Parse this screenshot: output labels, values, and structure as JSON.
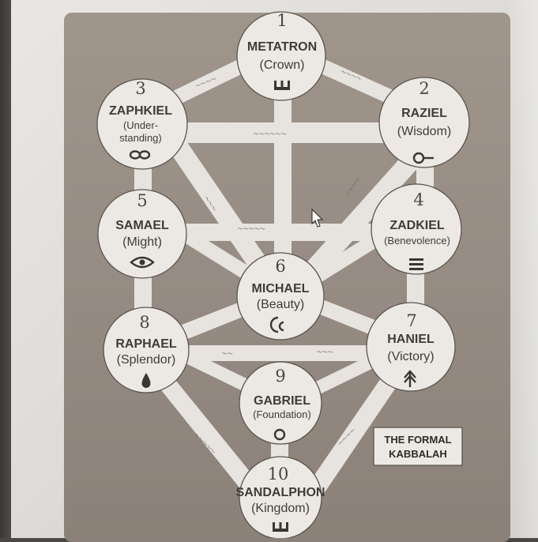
{
  "title_lines": [
    "THE FORMAL",
    "KABBALAH"
  ],
  "nodes": [
    {
      "number": "1",
      "name": "METATRON",
      "desc": "(Crown)",
      "icon": "crown-icon"
    },
    {
      "number": "2",
      "name": "RAZIEL",
      "desc": "(Wisdom)",
      "icon": "key-icon"
    },
    {
      "number": "3",
      "name": "ZAPHKIEL",
      "desc": "(Under-",
      "desc2": "standing)",
      "icon": "infinity-icon"
    },
    {
      "number": "4",
      "name": "ZADKIEL",
      "desc": "(Benevolence)",
      "icon": "triple-bar-icon"
    },
    {
      "number": "5",
      "name": "SAMAEL",
      "desc": "(Might)",
      "icon": "eye-icon"
    },
    {
      "number": "6",
      "name": "MICHAEL",
      "desc": "(Beauty)",
      "icon": "moon-icon"
    },
    {
      "number": "7",
      "name": "HANIEL",
      "desc": "(Victory)",
      "icon": "arrow-up-icon"
    },
    {
      "number": "8",
      "name": "RAPHAEL",
      "desc": "(Splendor)",
      "icon": "drop-icon"
    },
    {
      "number": "9",
      "name": "GABRIEL",
      "desc": "(Foundation)",
      "icon": "circle-icon"
    },
    {
      "number": "10",
      "name": "SANDALPHON",
      "desc": "(Kingdom)",
      "icon": "crown-icon"
    }
  ],
  "colors": {
    "card": "#968c83",
    "node": "#ece9e4",
    "ink": "#403b36",
    "screen": "#dcdad6"
  }
}
